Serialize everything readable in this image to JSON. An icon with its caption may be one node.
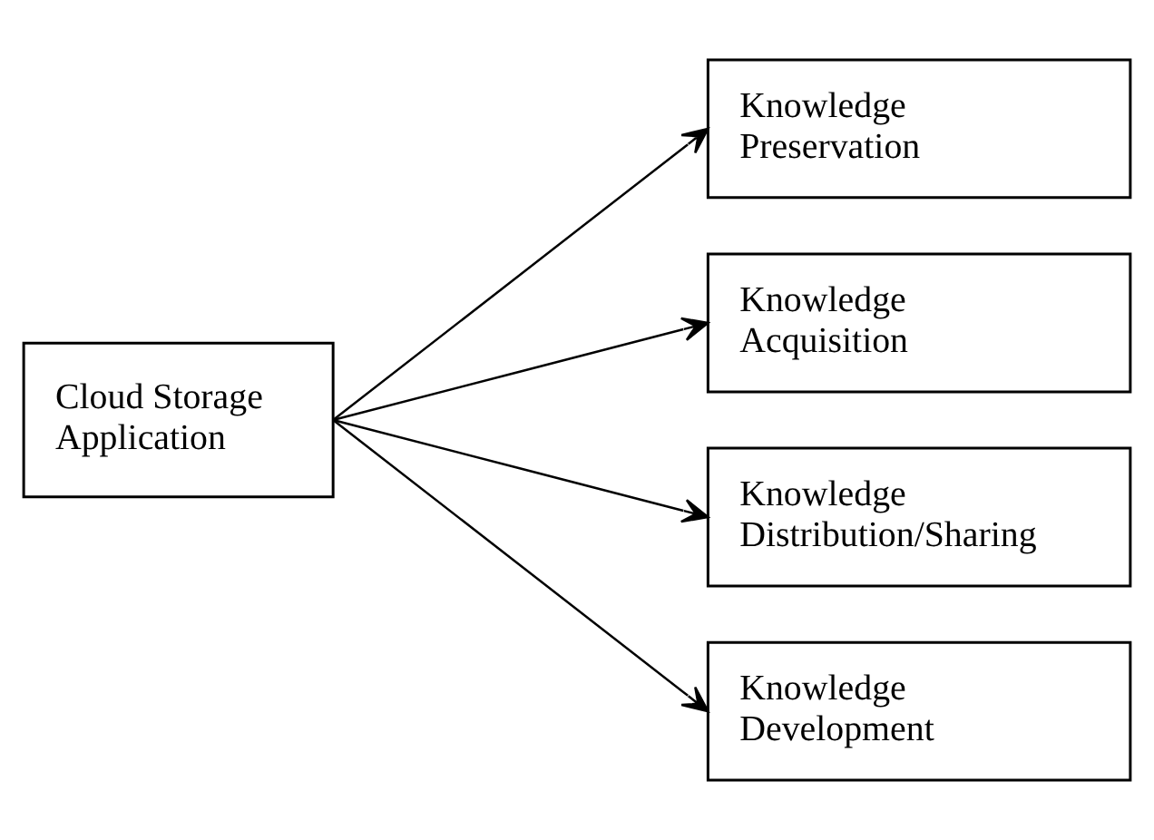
{
  "diagram": {
    "nodes": [
      {
        "text": [
          "Cloud Storage Application"
        ]
      },
      {
        "text": [
          "Knowledge Preservation"
        ]
      },
      {
        "text": [
          "Knowledge Acquisition"
        ]
      },
      {
        "text": [
          "Knowledge Distribution/Sharing"
        ]
      },
      {
        "text": [
          "Knowledge Development"
        ]
      }
    ],
    "edges": [
      {
        "from": 0,
        "to": 1,
        "arrow": "to"
      },
      {
        "from": 0,
        "to": 2,
        "arrow": "to"
      },
      {
        "from": 0,
        "to": 3,
        "arrow": "to"
      },
      {
        "from": 0,
        "to": 4,
        "arrow": "to"
      }
    ]
  }
}
